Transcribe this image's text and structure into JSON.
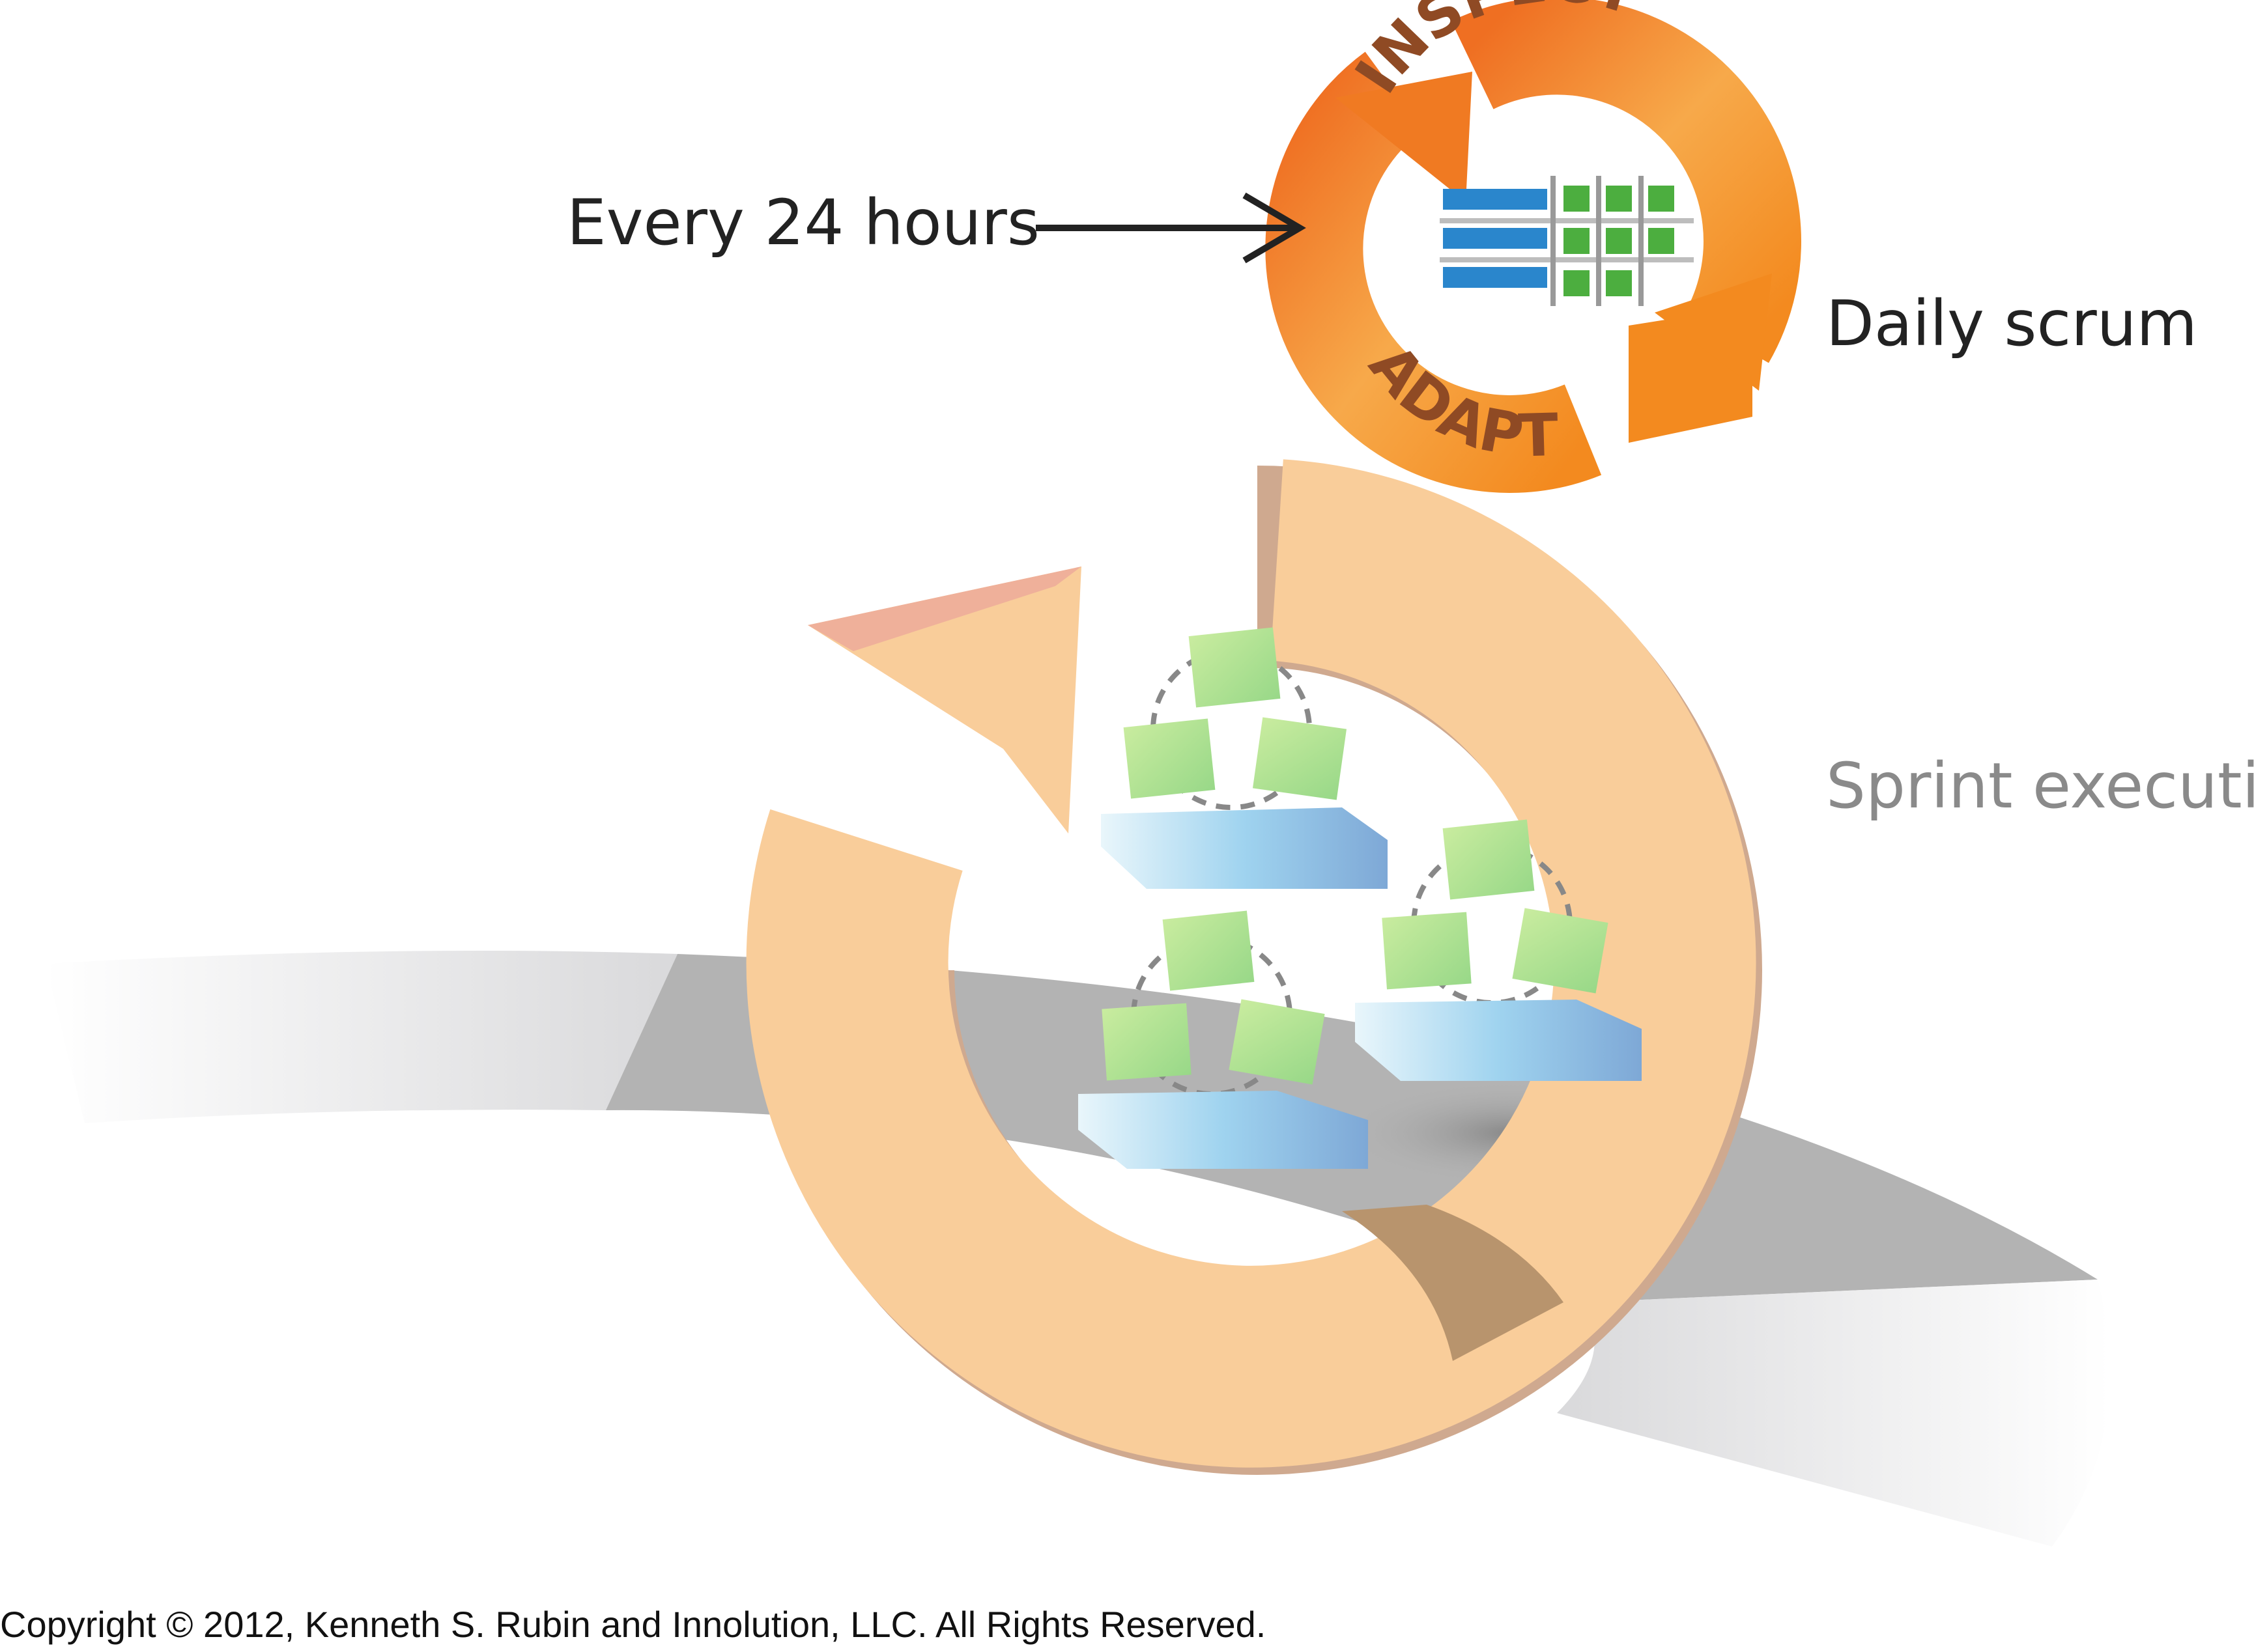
{
  "labels": {
    "every": "Every 24 hours",
    "daily": "Daily scrum",
    "sprint": "Sprint execution",
    "inspect": "INSPECT",
    "adapt": "ADAPT"
  },
  "footer": {
    "copyright": "Copyright © 2012, Kenneth S. Rubin and Innolution, LLC. All Rights Reserved."
  },
  "colors": {
    "big_loop": "#f9cd9a",
    "small_loop": "#f39323",
    "loop_text": "#8f4a24",
    "road": "#b3b3b3",
    "sprint_text": "#8a8a8a",
    "slab": "#9fd3ef",
    "cube": "#aee08f"
  }
}
